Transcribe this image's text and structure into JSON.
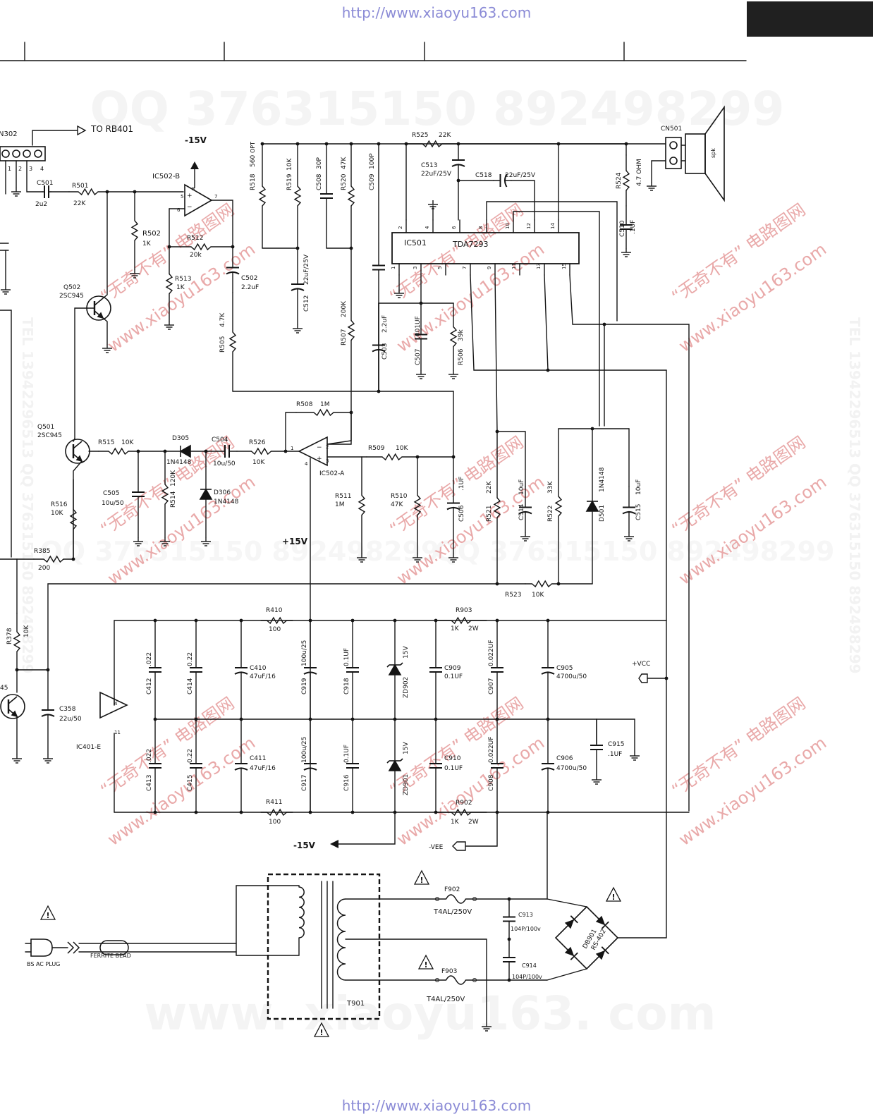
{
  "watermark": {
    "url_top": "http://www.xiaoyu163.com",
    "url_bottom": "http://www.xiaoyu163.com",
    "qq_line": "QQ 376315150   892498299",
    "tel_line": "TEL 13942296513  QQ 376315150  892498299",
    "cn_tag": "“无奇不有” 电路图网",
    "site": "www.xiaoyu163.com",
    "big_site": "www. xiaoyu163. com"
  },
  "colors": {
    "ink": "#141414",
    "watermark": "#e9a9a9",
    "url": "#8b8bd6"
  },
  "schematic": {
    "connectors": {
      "cn302": {
        "label": "N302",
        "pins": [
          "1",
          "2",
          "3",
          "4"
        ],
        "note": "TO RB401"
      },
      "cn501": {
        "label": "CN501",
        "speaker": "spk"
      },
      "power_plug": "BS AC PLUG",
      "ferrite": "FERRITE BEAD"
    },
    "rails": {
      "neg15": "-15V",
      "pos15": "+15V",
      "vcc": "+VCC",
      "vee": "-VEE",
      "neg15_out": "-15V"
    },
    "ics": {
      "ic501": {
        "ref": "IC501",
        "part": "TDA7293",
        "top_pins": [
          "2",
          "4",
          "6",
          "8",
          "10",
          "12",
          "14"
        ],
        "bottom_pins": [
          "1",
          "3",
          "5",
          "7",
          "9",
          "11",
          "13",
          "15"
        ]
      },
      "ic502b": {
        "ref": "IC502-B",
        "pins": [
          "5",
          "6",
          "8",
          "7"
        ]
      },
      "ic502a": {
        "ref": "IC502-A",
        "pins": [
          "1",
          "2",
          "3",
          "4"
        ]
      },
      "ic401e": {
        "ref": "IC401-E",
        "pins": [
          "4",
          "11"
        ]
      }
    },
    "transistors": {
      "q502": {
        "ref": "Q502",
        "part": "2SC945"
      },
      "q501": {
        "ref": "Q501",
        "part": "2SC945"
      },
      "q_partial": {
        "part": "45"
      }
    },
    "resistors": {
      "r501": {
        "ref": "R501",
        "value": "22K"
      },
      "r502": {
        "ref": "R502",
        "value": "1K"
      },
      "r512": {
        "ref": "R512",
        "value": "20k"
      },
      "r513": {
        "ref": "R513",
        "value": "1K"
      },
      "r505": {
        "ref": "R505",
        "value": "4.7K"
      },
      "r518": {
        "ref": "R518",
        "value": "560",
        "opt": "OPT"
      },
      "r519": {
        "ref": "R519",
        "value": "10K"
      },
      "r520": {
        "ref": "R520",
        "value": "47K"
      },
      "r507": {
        "ref": "R507",
        "value": "200K"
      },
      "r525": {
        "ref": "R525",
        "value": "22K"
      },
      "r524": {
        "ref": "R524",
        "value": "4.7 OHM"
      },
      "r506": {
        "ref": "R506",
        "value": "39k"
      },
      "r508": {
        "ref": "R508",
        "value": "1M"
      },
      "r515": {
        "ref": "R515",
        "value": "10K"
      },
      "r514": {
        "ref": "R514",
        "value": "120K"
      },
      "r526": {
        "ref": "R526",
        "value": "10K"
      },
      "r509": {
        "ref": "R509",
        "value": "10K"
      },
      "r511": {
        "ref": "R511",
        "value": "1M"
      },
      "r510": {
        "ref": "R510",
        "value": "47K"
      },
      "r516": {
        "ref": "R516",
        "value": "10K"
      },
      "r385": {
        "ref": "R385",
        "value": "200"
      },
      "r521": {
        "ref": "R521",
        "value": "22K"
      },
      "r522": {
        "ref": "R522",
        "value": "33K"
      },
      "r523": {
        "ref": "R523",
        "value": "10K"
      },
      "r378": {
        "ref": "R378",
        "value": "10K"
      },
      "r410": {
        "ref": "R410",
        "value": "100"
      },
      "r411": {
        "ref": "R411",
        "value": "100"
      },
      "r903": {
        "ref": "R903",
        "value": "1K",
        "power": "2W"
      },
      "r902": {
        "ref": "R902",
        "value": "1K",
        "power": "2W"
      }
    },
    "capacitors": {
      "c501": {
        "ref": "C501",
        "value": "2u2"
      },
      "c502": {
        "ref": "C502",
        "value": "2.2uF"
      },
      "c508": {
        "ref": "C508",
        "value": "30P"
      },
      "c509": {
        "ref": "C509",
        "value": "100P"
      },
      "c512": {
        "ref": "C512",
        "value": "22uF/25V"
      },
      "c513": {
        "ref": "C513",
        "value": "22uF/25V"
      },
      "c518": {
        "ref": "C518",
        "value": "22uF/25V"
      },
      "c510": {
        "ref": "C510",
        "value": ".1UF"
      },
      "c503": {
        "ref": "C503",
        "value": "2.2uF"
      },
      "c507": {
        "ref": "C507",
        "value": ".001UF"
      },
      "c504": {
        "ref": "C504",
        "value": "10u/50"
      },
      "c505": {
        "ref": "C505",
        "value": "10u/50"
      },
      "c506": {
        "ref": "C506",
        "value": ".1UF"
      },
      "c514": {
        "ref": "C514",
        "value": "10uF"
      },
      "c515": {
        "ref": "C515",
        "value": "10uF"
      },
      "c358": {
        "ref": "C358",
        "value": "22u/50"
      },
      "c412": {
        "ref": "C412",
        "value": ".022"
      },
      "c414": {
        "ref": "C414",
        "value": "0.22"
      },
      "c410": {
        "ref": "C410",
        "value": "47uF/16"
      },
      "c919": {
        "ref": "C919",
        "value": "100u/25"
      },
      "c918": {
        "ref": "C918",
        "value": "0.1UF"
      },
      "c909": {
        "ref": "C909",
        "value": "0.1UF"
      },
      "c907": {
        "ref": "C907",
        "value": "0.022UF"
      },
      "c905": {
        "ref": "C905",
        "value": "4700u/50"
      },
      "c413": {
        "ref": "C413",
        "value": ".022"
      },
      "c415": {
        "ref": "C415",
        "value": "0.22"
      },
      "c411": {
        "ref": "C411",
        "value": "47uF/16"
      },
      "c917": {
        "ref": "C917",
        "value": "100u/25"
      },
      "c916": {
        "ref": "C916",
        "value": "0.1UF"
      },
      "c910": {
        "ref": "C910",
        "value": "0.1UF"
      },
      "c908": {
        "ref": "C908",
        "value": "0.022UF"
      },
      "c906": {
        "ref": "C906",
        "value": "4700u/50"
      },
      "c915": {
        "ref": "C915",
        "value": ".1UF"
      },
      "c913": {
        "ref": "C913",
        "value": "104P/100v"
      },
      "c914": {
        "ref": "C914",
        "value": "104P/100v"
      }
    },
    "diodes": {
      "d305": {
        "ref": "D305",
        "part": "1N4148"
      },
      "d306": {
        "ref": "D306",
        "part": "1N4148"
      },
      "d501": {
        "ref": "D501",
        "part": "1N4148"
      },
      "zd902": {
        "ref": "ZD902",
        "value": "15V"
      },
      "zd901": {
        "ref": "ZD901",
        "value": "15V"
      },
      "db901": {
        "ref": "DB901",
        "part": "RS-402"
      }
    },
    "fuses": {
      "f902": {
        "ref": "F902",
        "value": "T4AL/250V"
      },
      "f903": {
        "ref": "F903",
        "value": "T4AL/250V"
      }
    },
    "transformer": {
      "ref": "T901"
    },
    "warning_mark": "!"
  }
}
